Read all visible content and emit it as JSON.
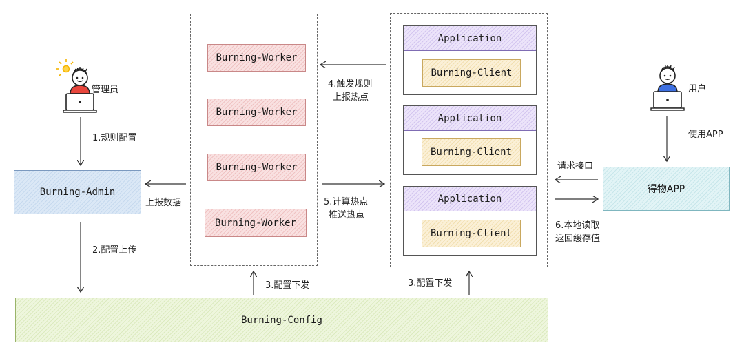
{
  "actors": {
    "admin_label": "管理员",
    "user_label": "用户"
  },
  "components": {
    "admin": "Burning-Admin",
    "config": "Burning-Config",
    "dewu_app": "得物APP",
    "workers": [
      "Burning-Worker",
      "Burning-Worker",
      "Burning-Worker",
      "Burning-Worker"
    ],
    "applications": [
      {
        "title": "Application",
        "client": "Burning-Client"
      },
      {
        "title": "Application",
        "client": "Burning-Client"
      },
      {
        "title": "Application",
        "client": "Burning-Client"
      }
    ]
  },
  "edges": {
    "rule_config": "1.规则配置",
    "config_upload": "2.配置上传",
    "config_dispatch_worker": "3.配置下发",
    "config_dispatch_app": "3.配置下发",
    "report_data": "上报数据",
    "trigger_rule_line1": "4.触发规则",
    "trigger_rule_line2": "上报热点",
    "compute_line1": "5.计算热点",
    "compute_line2": "推送热点",
    "use_app": "使用APP",
    "request_api": "请求接口",
    "local_read_line1": "6.本地读取",
    "local_read_line2": "返回缓存值"
  },
  "colors": {
    "admin": "#dbe8f6",
    "worker": "#f9e1e1",
    "application": "#ece4fa",
    "client": "#fbf0d7",
    "config": "#eef6dd",
    "dewu_app": "#e2f4f6",
    "laptop": "#888888",
    "admin_shirt": "#e8463c",
    "user_shirt": "#3d6fe0"
  }
}
